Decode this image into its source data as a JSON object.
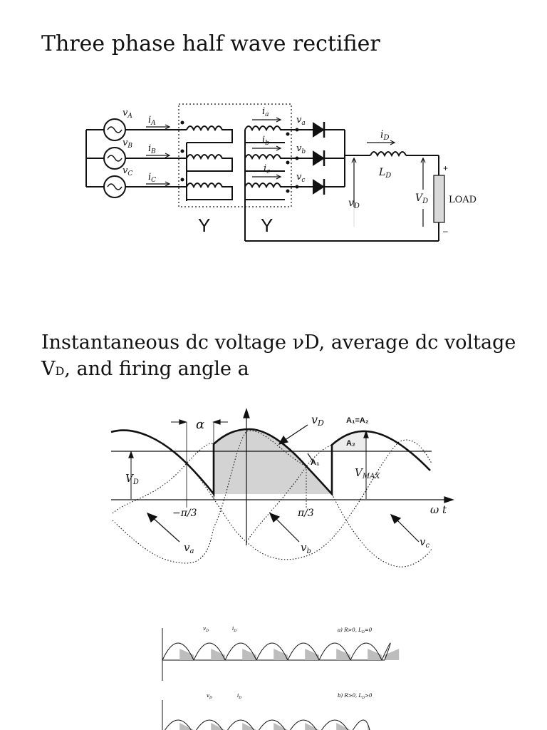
{
  "title": "Three phase half wave rectifier",
  "subtitle": {
    "line1": "Instantaneous dc voltage νD, average dc voltage",
    "line2_prefix": "V",
    "line2_sub": "D",
    "line2_suffix": ", and firing angle a"
  },
  "circuit": {
    "sources": [
      "v_A",
      "v_B",
      "v_C"
    ],
    "source_sub": [
      "A",
      "B",
      "C"
    ],
    "primary_currents": [
      "i_A",
      "i_B",
      "i_C"
    ],
    "secondary_currents": [
      "a",
      "b",
      "c"
    ],
    "node_voltages": [
      "a",
      "b",
      "c"
    ],
    "inductor_current": "D",
    "inductor": "D",
    "output_voltage": "D",
    "dc_voltage": "D",
    "plus": "+",
    "minus": "–",
    "load": "LOAD",
    "y1": "Y",
    "y2": "Y"
  },
  "waveform": {
    "alpha": "α",
    "vD": "D",
    "areas": "A₁=A₂",
    "a2": "A₂",
    "a1": "A₁",
    "VD": "D",
    "vmax": "MAX",
    "neg_pi3": "−π/3",
    "pi3": "π/3",
    "wt": "ω t",
    "va": "a",
    "vb": "b",
    "vc": "c"
  },
  "small_plots": {
    "top_vD": "v",
    "top_iD": "i",
    "top_caption": "a) R>0, L",
    "top_caption_sub": "D",
    "top_caption_tail": "=0",
    "bot_vD": "v",
    "bot_iD": "i",
    "bot_caption": "b) R>0, L",
    "bot_caption_sub": "D",
    "bot_caption_tail": ">0"
  }
}
